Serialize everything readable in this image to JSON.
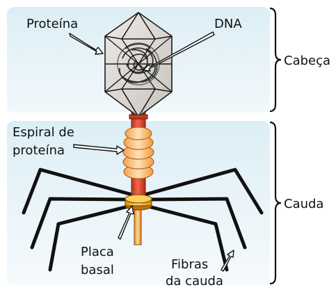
{
  "labels": {
    "proteina": "Proteína",
    "dna": "DNA",
    "cabeca": "Cabeça",
    "espiral_line1": "Espiral de",
    "espiral_line2": "proteína",
    "cauda": "Cauda",
    "placa_line1": "Placa",
    "placa_line2": "basal",
    "fibras_line1": "Fibras",
    "fibras_line2": "da cauda"
  },
  "colors": {
    "panel_top": "#e3f1f7",
    "panel_bottom": "#f3f9fc",
    "capsid_face": "#d8d4cf",
    "capsid_edge": "#1a1a1a",
    "collar": "#e53a1e",
    "sheath": "#f7a23a",
    "baseplate": "#f4a000",
    "fiber": "#111111"
  }
}
